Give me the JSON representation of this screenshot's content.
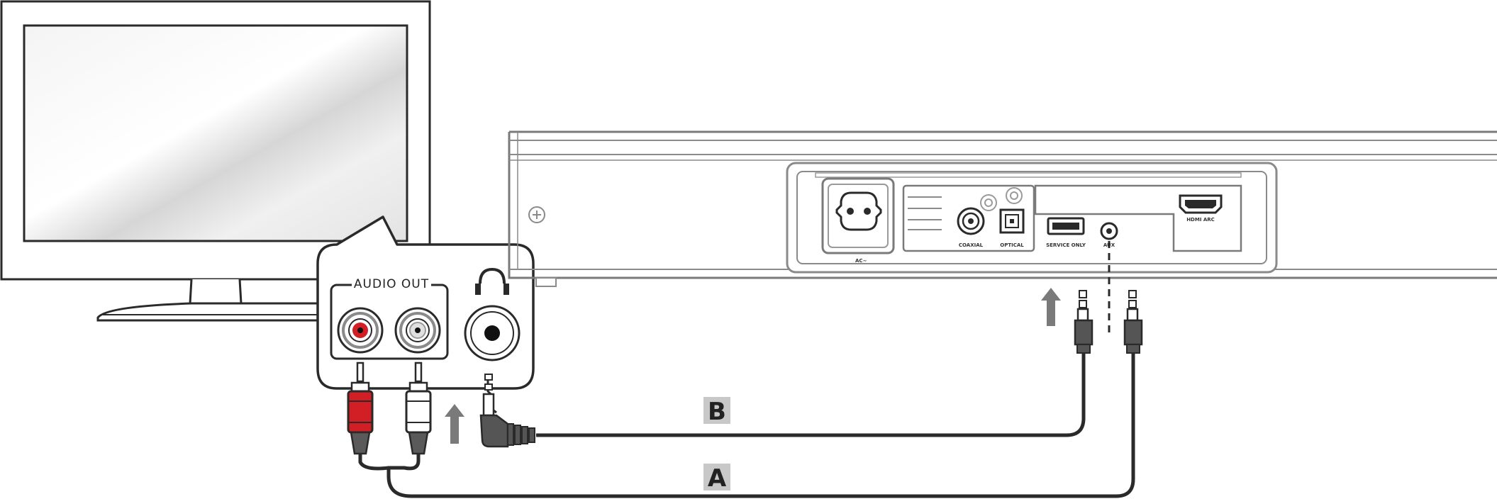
{
  "panel": {
    "audio_out_label": "AUDIO OUT"
  },
  "soundbar": {
    "port_labels": {
      "ac": "AC~",
      "coaxial": "COAXIAL",
      "optical": "OPTICAL",
      "usb": "SERVICE ONLY",
      "aux": "AUX",
      "hdmi": "HDMI ARC"
    }
  },
  "connections": {
    "a_label": "A",
    "b_label": "B"
  },
  "colors": {
    "line": "#2a2a2a",
    "soundbar_line": "#8a8a8a",
    "rca_red": "#d21f26",
    "arrow": "#7a7a7a",
    "badge": "#c8c8c8"
  }
}
